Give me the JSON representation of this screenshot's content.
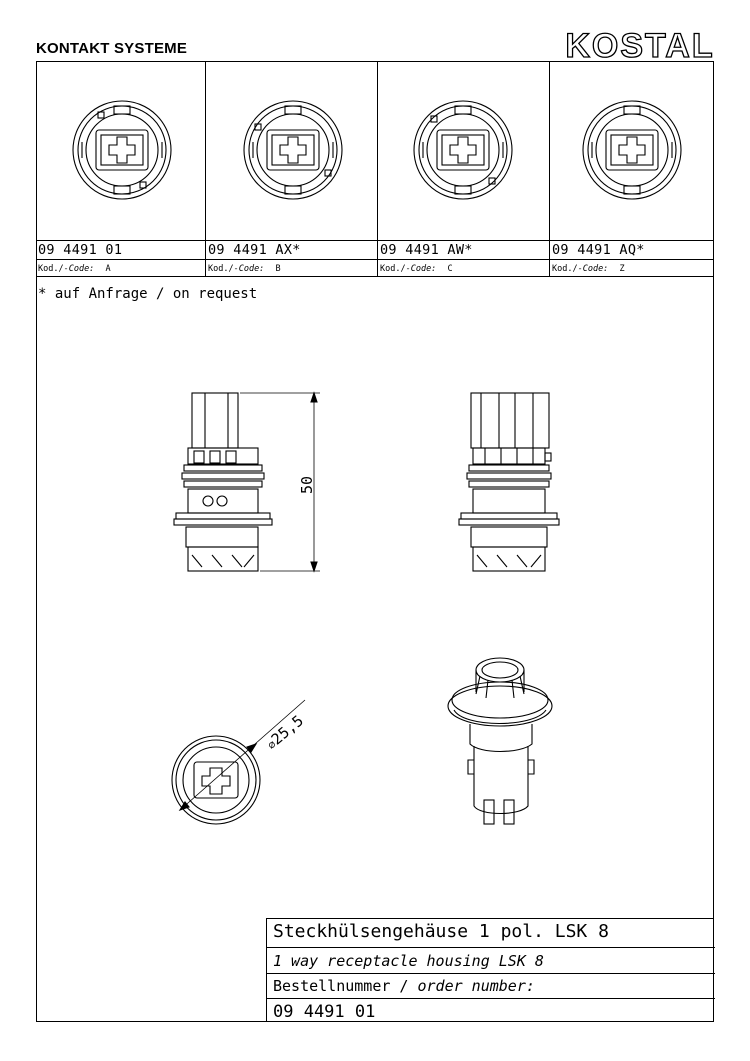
{
  "header": {
    "company_left": "KONTAKT SYSTEME",
    "logo_text": "KOSTAL"
  },
  "variants": [
    {
      "part": "09 4491 01",
      "kod_label": "Kod./",
      "code_label": "-Code:",
      "code": "A"
    },
    {
      "part": "09 4491 AX*",
      "kod_label": "Kod./",
      "code_label": "-Code:",
      "code": "B"
    },
    {
      "part": "09 4491 AW*",
      "kod_label": "Kod./",
      "code_label": "-Code:",
      "code": "C"
    },
    {
      "part": "09 4491 AQ*",
      "kod_label": "Kod./",
      "code_label": "-Code:",
      "code": "Z"
    }
  ],
  "note": "* auf Anfrage / on request",
  "dimensions": {
    "height": "50",
    "diameter": "25,5",
    "diameter_symbol": "⌀"
  },
  "title_block": {
    "name_de": "Steckhülsengehäuse 1 pol. LSK 8",
    "name_en": "1 way receptacle housing LSK 8",
    "order_label_de": "Bestellnummer / ",
    "order_label_en": "order number:",
    "order_number": "09 4491 01"
  }
}
